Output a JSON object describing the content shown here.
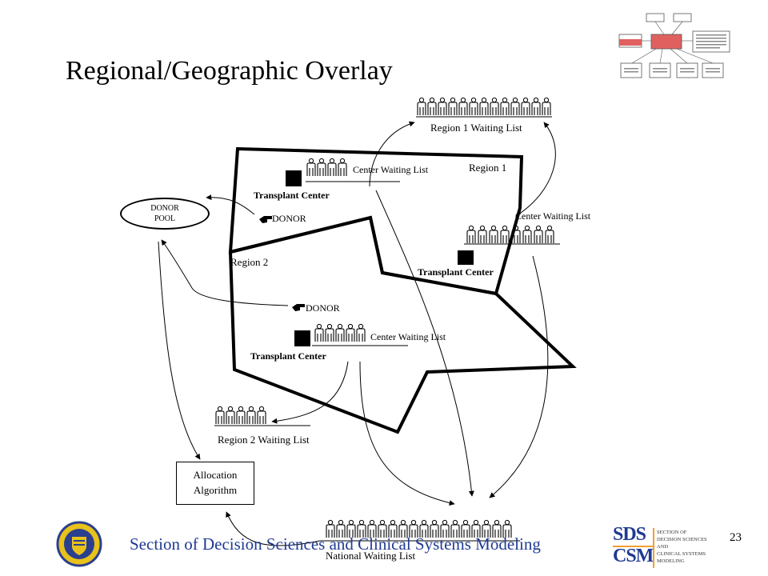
{
  "slide": {
    "title": "Regional/Geographic Overlay",
    "footer": "Section of Decision Sciences and Clinical Systems Modeling",
    "page_number": "23"
  },
  "labels": {
    "region1_waiting_list": "Region 1 Waiting List",
    "region2_waiting_list": "Region 2 Waiting List",
    "national_waiting_list": "National Waiting List",
    "region1": "Region 1",
    "region2": "Region  2",
    "center_waiting_list_1": "Center Waiting List",
    "center_waiting_list_2": "Center Waiting List",
    "center_waiting_list_3": "Center Waiting List",
    "transplant_center_1": "Transplant Center",
    "transplant_center_2": "Transplant Center",
    "transplant_center_3": "Transplant Center",
    "donor_1": "DONOR",
    "donor_2": "DONOR",
    "donor_pool_line1": "DONOR",
    "donor_pool_line2": "POOL",
    "allocation_line1": "Allocation",
    "allocation_line2": "Algorithm"
  },
  "waiting_lists": {
    "region1_people": 13,
    "region2_people": 5,
    "national_people": 18,
    "center1_people": 4,
    "center2_people": 8,
    "center3_people": 5
  },
  "logo": {
    "sds": "SDS",
    "csm": "CSM",
    "word_lines": [
      "SECTION OF",
      "DECISION SCIENCES",
      "AND",
      "CLINICAL SYSTEMS",
      "MODELING"
    ]
  },
  "colors": {
    "footer_text": "#1f3a93",
    "thumbnail_highlight": "#e06060",
    "seal_blue": "#2b3f8f",
    "seal_gold": "#e8c21a",
    "logo_orange": "#f0a030"
  }
}
